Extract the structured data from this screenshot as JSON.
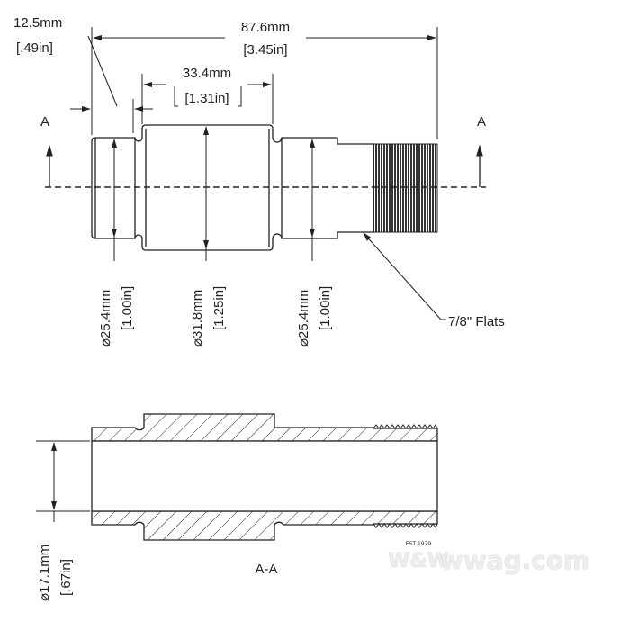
{
  "dimensions": {
    "overall_length": {
      "mm": "87.6mm",
      "in": "[3.45in]"
    },
    "end_length": {
      "mm": "12.5mm",
      "in": "[.49in]"
    },
    "center_length": {
      "mm": "33.4mm",
      "in": "[1.31in]"
    },
    "left_diameter": {
      "mm": "25.4mm",
      "in": "[1.00in]"
    },
    "center_diameter": {
      "mm": "31.8mm",
      "in": "[1.25in]"
    },
    "right_diameter": {
      "mm": "25.4mm",
      "in": "[1.00in]"
    },
    "bore_diameter": {
      "mm": "17.1mm",
      "in": "[.67in]"
    }
  },
  "section_marks": {
    "left": "A",
    "right": "A"
  },
  "flats_note": "7/8\" Flats",
  "section_label": "A-A",
  "diameter_symbol": "⌀",
  "watermark": {
    "brand": "W&W",
    "site": "wwag.com",
    "est": "EST 1979"
  }
}
